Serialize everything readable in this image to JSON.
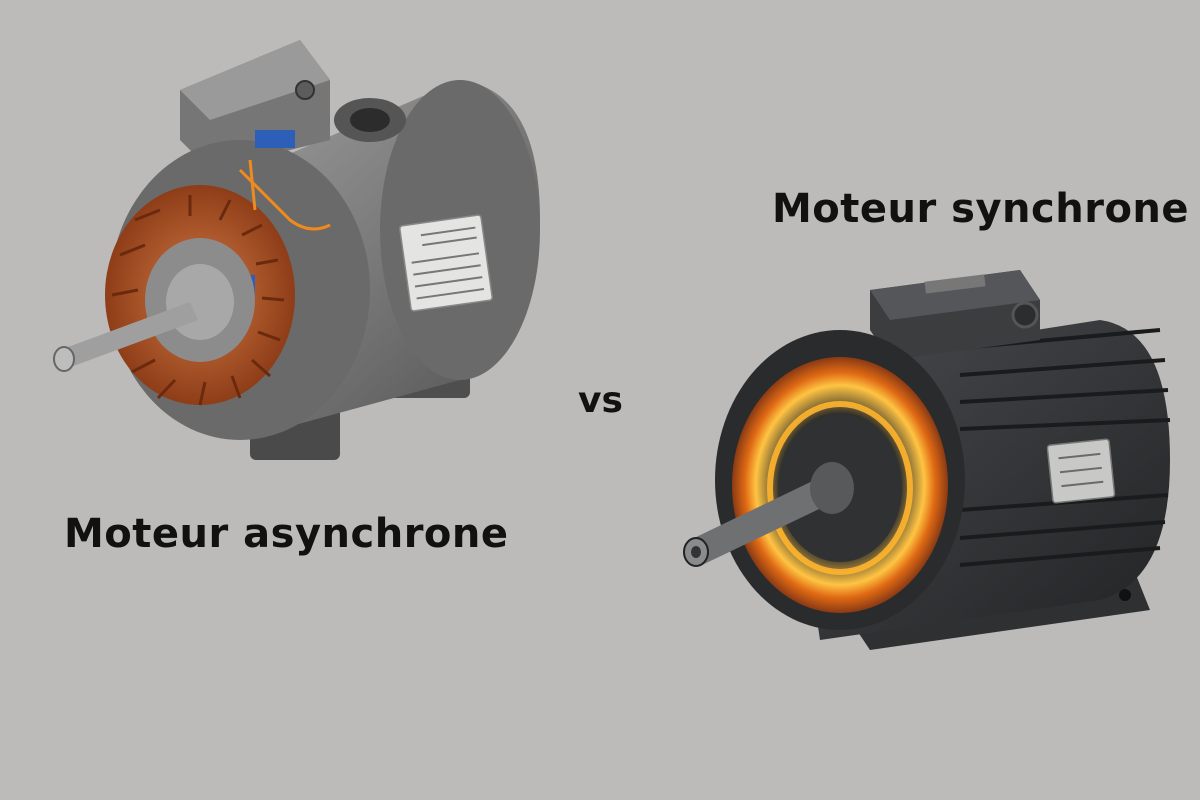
{
  "labels": {
    "synchronous": "Moteur synchrone",
    "asynchronous": "Moteur asynchrone",
    "versus": "vs"
  },
  "colors": {
    "background": "#bcbbb9",
    "text": "#111111",
    "copper": "#b8582a",
    "housing_light": "#8a8a8a",
    "housing_dark": "#3a3b3d",
    "glow": "#ffb52e",
    "insulation_blue": "#2e5fb8"
  },
  "motors": [
    {
      "name": "asynchronous-motor-cutaway",
      "depiction": "illustration"
    },
    {
      "name": "synchronous-motor",
      "depiction": "illustration"
    }
  ]
}
